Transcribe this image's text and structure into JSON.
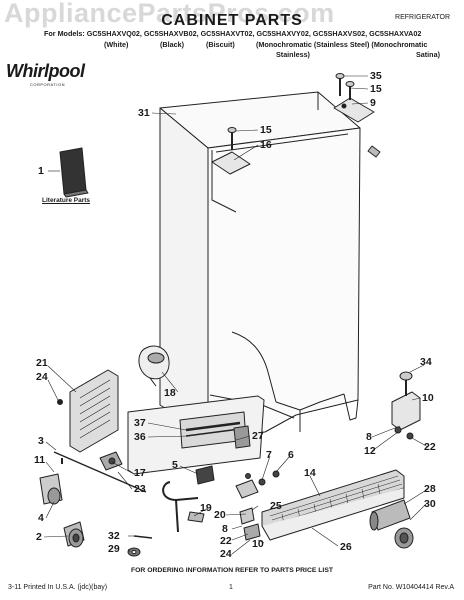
{
  "watermark": "AppliancePartsPros.com",
  "header": {
    "title": "CABINET PARTS",
    "subtitle": "REFRIGERATOR",
    "models_line": "For Models: GC5SHAXVQ02, GC5SHAXVB02, GC5SHAXVT02, GC5SHAXVY02, GC5SHAXVS02, GC5SHAXVA02",
    "variants": [
      "(White)",
      "(Black)",
      "(Biscuit)",
      "(Monochromatic (Stainless Steel) (Monochromatic",
      "Stainless)",
      "Satina)"
    ]
  },
  "brand": {
    "name": "Whirlpool",
    "tagline": "CORPORATION"
  },
  "literature_label": "Literature Parts",
  "callouts": {
    "c35": "35",
    "c15a": "15",
    "c9": "9",
    "c31": "31",
    "c15b": "15",
    "c16": "16",
    "c1": "1",
    "c21": "21",
    "c24a": "24",
    "c18": "18",
    "c34": "34",
    "c10a": "10",
    "c37": "37",
    "c36": "36",
    "c27": "27",
    "c8a": "8",
    "c12": "12",
    "c3": "3",
    "c11": "11",
    "c17": "17",
    "c23": "23",
    "c5": "5",
    "c7": "7",
    "c6": "6",
    "c14": "14",
    "c22a": "22",
    "c28": "28",
    "c4": "4",
    "c19": "19",
    "c20": "20",
    "c25": "25",
    "c30": "30",
    "c2": "2",
    "c32": "32",
    "c29": "29",
    "c8b": "8",
    "c22b": "22",
    "c24b": "24",
    "c10b": "10",
    "c26": "26"
  },
  "footer": {
    "note": "FOR ORDERING INFORMATION REFER TO PARTS PRICE LIST",
    "left": "3-11 Printed In U.S.A. (jdc)(bay)",
    "center": "1",
    "right": "Part No. W10404414 Rev.A"
  }
}
